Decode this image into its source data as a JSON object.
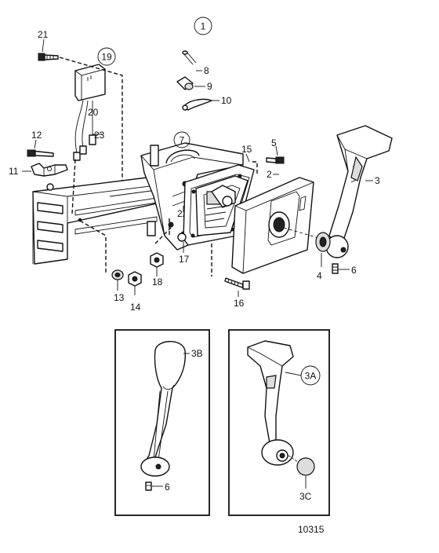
{
  "figure_number": "10315",
  "group_label": "1",
  "callouts": {
    "c2": "2",
    "c3": "3",
    "c4": "4",
    "c5": "5",
    "c6": "6",
    "c6b": "6",
    "c7": "7",
    "c8": "8",
    "c9": "9",
    "c10": "10",
    "c11": "11",
    "c12": "12",
    "c13": "13",
    "c14": "14",
    "c15": "15",
    "c16": "16",
    "c17": "17",
    "c18": "18",
    "c19": "19",
    "c20": "20",
    "c21": "21",
    "c22": "22",
    "c23": "23",
    "c3a": "3A",
    "c3b": "3B",
    "c3c": "3C"
  }
}
